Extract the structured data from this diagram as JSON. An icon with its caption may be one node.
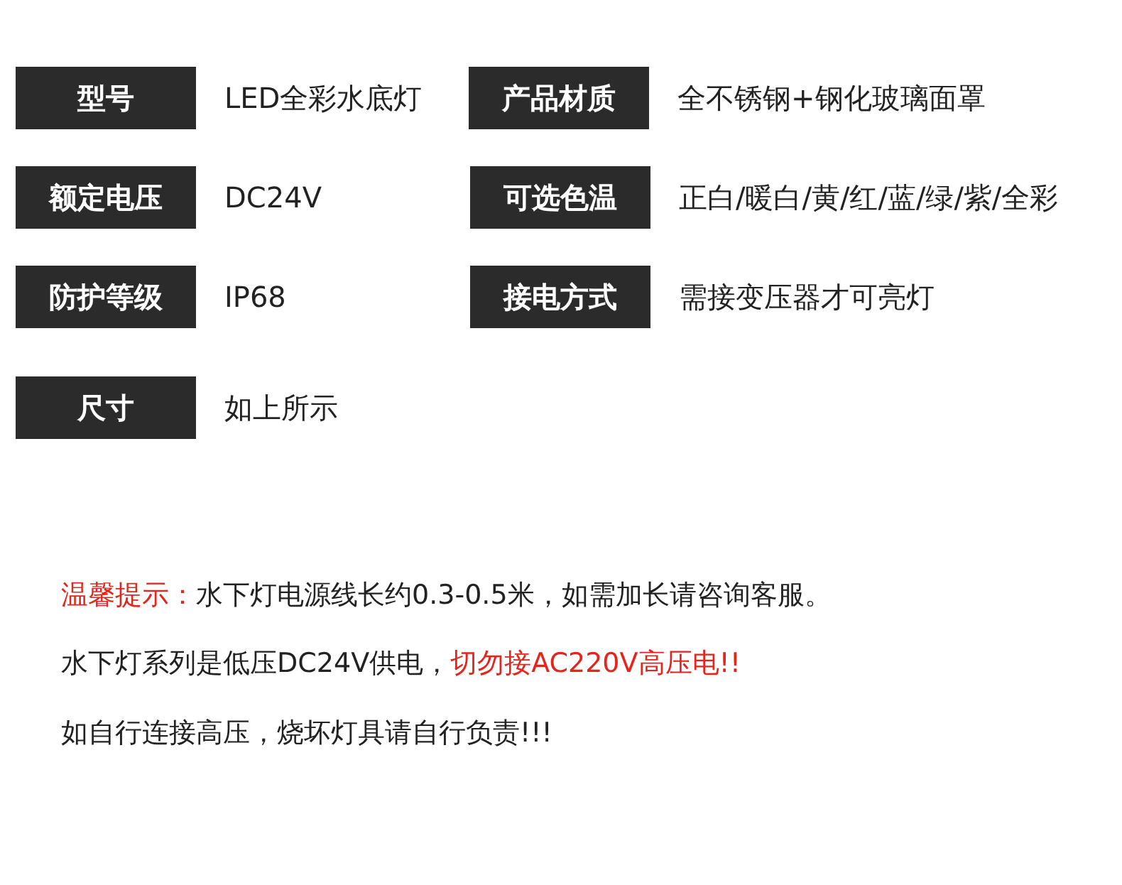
{
  "diagram": {
    "nodes": [
      {
        "text": [
          "型号"
        ],
        "beside": [
          "LED全彩水底灯"
        ]
      },
      {
        "text": [
          "产品材质"
        ],
        "beside": [
          "全不锈钢+钢化玻璃面罩"
        ]
      },
      {
        "text": [
          "额定电压"
        ],
        "beside": [
          "DC24V"
        ]
      },
      {
        "text": [
          "可选色温"
        ],
        "beside": [
          "正白/暖白/黄/红/蓝/绿/紫/全彩"
        ]
      },
      {
        "text": [
          "防护等级"
        ],
        "beside": [
          "IP68"
        ]
      },
      {
        "text": [
          "接电方式"
        ],
        "beside": [
          "需接变压器才可亮灯"
        ]
      },
      {
        "text": [
          "尺寸"
        ],
        "beside": [
          "如上所示"
        ]
      }
    ],
    "labels": [
      "温馨提示：",
      "水下灯电源线长约0.3-0.5米，如需加长请咨询客服。",
      "水下灯系列是低压DC24V供电，",
      "切勿接AC220V高压电!!",
      "如自行连接高压，烧坏灯具请自行负责!!!"
    ]
  }
}
